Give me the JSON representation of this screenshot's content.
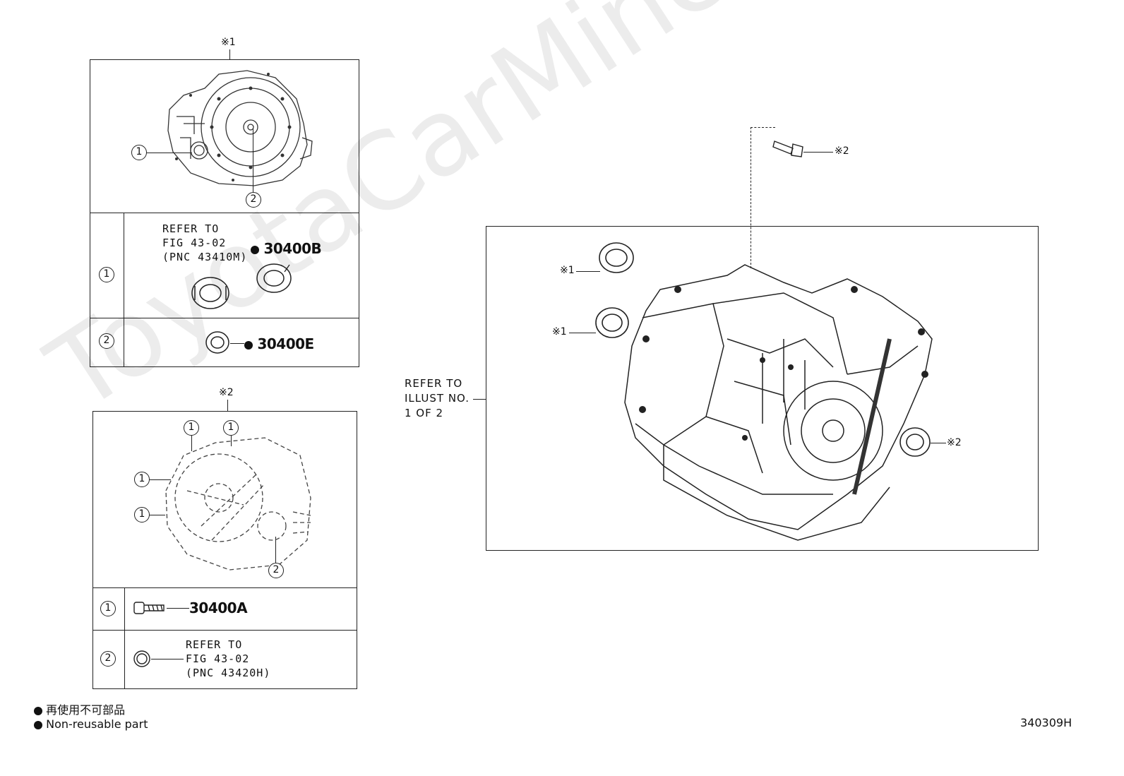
{
  "watermark": "ToyotaCarMine.ru",
  "figure_id": "340309H",
  "legend": {
    "jp": "再使用不可部品",
    "en": "Non-reusable part",
    "dot_color": "#111111"
  },
  "panel1": {
    "ref_mark": "※1",
    "rows": [
      {
        "num": "1",
        "refer": "REFER TO\nFIG 43-02\n(PNC 43410M)",
        "part": "30400B"
      },
      {
        "num": "2",
        "part": "30400E"
      }
    ]
  },
  "panel2": {
    "ref_mark": "※2",
    "rows": [
      {
        "num": "1",
        "part": "30400A"
      },
      {
        "num": "2",
        "refer": "REFER TO\nFIG 43-02\n(PNC 43420H)"
      }
    ]
  },
  "main": {
    "refer_note": "REFER TO\nILLUST NO.\n1 OF 2",
    "callouts": [
      "※2",
      "※1",
      "※1",
      "※2"
    ]
  },
  "labels": {
    "one": "1",
    "two": "2"
  },
  "icons": [
    "transmission-assembly-icon",
    "oil-seal-icon",
    "bolt-icon",
    "case-outline-icon"
  ]
}
